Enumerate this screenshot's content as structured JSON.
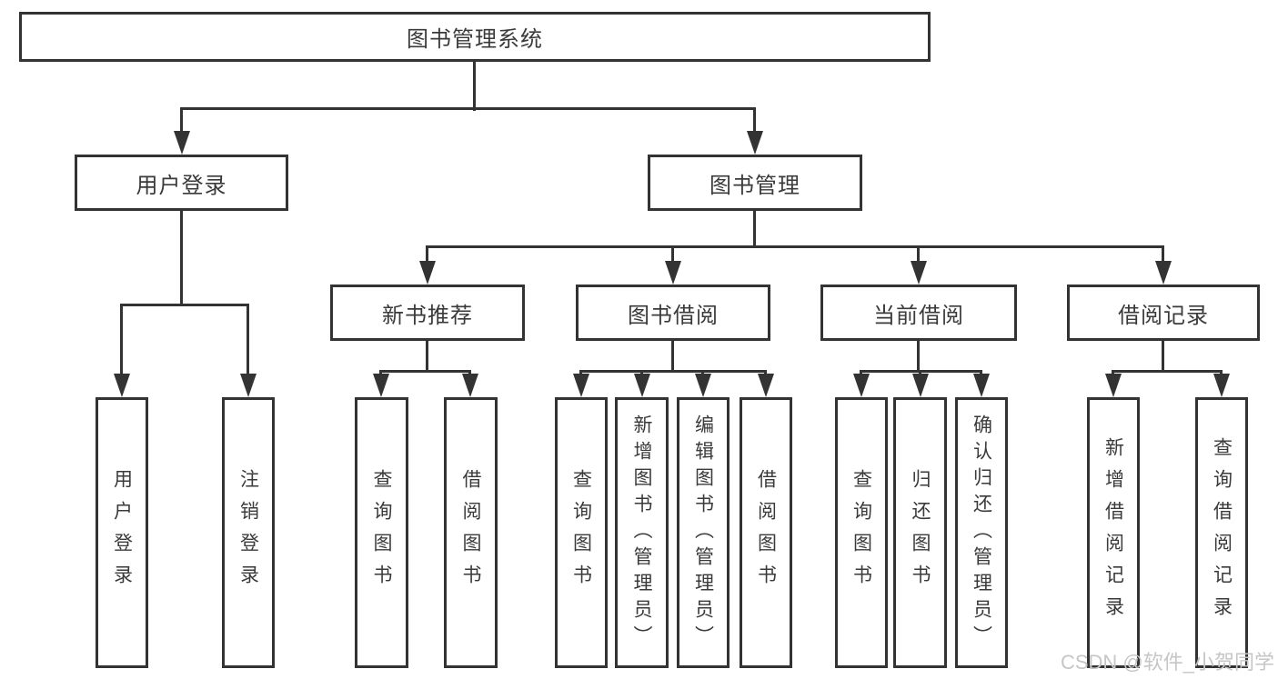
{
  "diagram": {
    "root": {
      "label": "图书管理系统"
    },
    "level2": {
      "user_login": "用户登录",
      "book_management": "图书管理"
    },
    "level3": {
      "new_book_recommend": "新书推荐",
      "book_borrow": "图书借阅",
      "current_borrow": "当前借阅",
      "borrow_records": "借阅记录"
    },
    "leaves": {
      "user_login": [
        "用户登录",
        "注销登录"
      ],
      "new_book_recommend": [
        "查询图书",
        "借阅图书"
      ],
      "book_borrow": [
        "查询图书",
        "新增图书（管理员）",
        "编辑图书（管理员）",
        "借阅图书"
      ],
      "current_borrow": [
        "查询图书",
        "归还图书",
        "确认归还（管理员）"
      ],
      "borrow_records": [
        "新增借阅记录",
        "查询借阅记录"
      ]
    },
    "colors": {
      "line": "#333333",
      "text": "#3a3a3a",
      "watermark": "#c6c6c6",
      "background": "#ffffff"
    },
    "watermark": "CSDN @软件_小贺同学"
  }
}
